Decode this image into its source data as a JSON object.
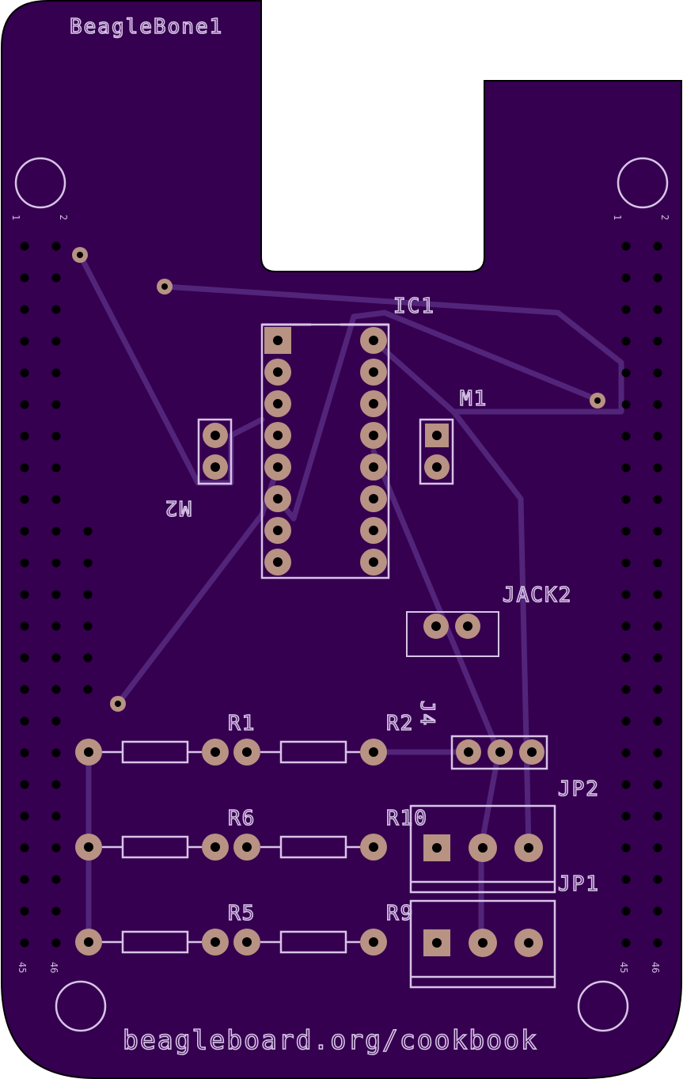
{
  "board": {
    "name_label": "BeagleBone1",
    "footer_url": "beagleboard.org/cookbook",
    "colors": {
      "board": "#35004f",
      "outline": "#000000",
      "silkscreen": "#d8c4e8",
      "pad": "#b89283",
      "trace": "#52257a",
      "hole": "#000000"
    }
  },
  "headers": {
    "left_pin_labels": [
      "1",
      "2",
      "45",
      "46"
    ],
    "right_pin_labels": [
      "1",
      "2",
      "45",
      "46"
    ]
  },
  "components": {
    "ic1": {
      "label": "IC1"
    },
    "m1": {
      "label": "M1"
    },
    "m2": {
      "label": "M2"
    },
    "jack2": {
      "label": "JACK2"
    },
    "j4": {
      "label": "J4"
    },
    "jp1": {
      "label": "JP1"
    },
    "jp2": {
      "label": "JP2"
    },
    "resistors": [
      "R1",
      "R2",
      "R6",
      "R10",
      "R5",
      "R9"
    ]
  }
}
